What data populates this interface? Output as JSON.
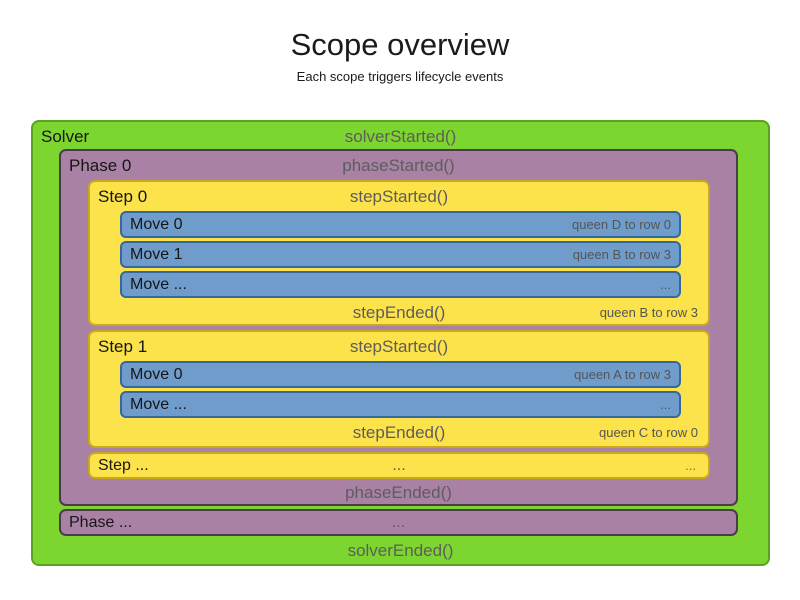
{
  "header": {
    "title": "Scope overview",
    "subtitle": "Each scope triggers lifecycle events"
  },
  "colors": {
    "solver_fill": "#7dd62f",
    "solver_border": "#5ba220",
    "phase_fill": "#a981a5",
    "phase_border": "#4c3b4a",
    "step_fill": "#fce24b",
    "step_border": "#c9a91c",
    "move_fill": "#6f9ccb",
    "move_border": "#35689b",
    "label_text": "#161616",
    "event_text": "#5d5d5d",
    "annotation_text": "#555555"
  },
  "solver": {
    "label": "Solver",
    "started_event": "solverStarted()",
    "ended_event": "solverEnded()",
    "phases": [
      {
        "label": "Phase 0",
        "started_event": "phaseStarted()",
        "ended_event": "phaseEnded()",
        "steps": [
          {
            "label": "Step 0",
            "started_event": "stepStarted()",
            "ended_event": "stepEnded()",
            "ended_annotation": "queen B to row 3",
            "moves": [
              {
                "label": "Move 0",
                "annotation": "queen D to row 0"
              },
              {
                "label": "Move 1",
                "annotation": "queen B to row 3"
              },
              {
                "label": "Move ...",
                "annotation": "..."
              }
            ]
          },
          {
            "label": "Step 1",
            "started_event": "stepStarted()",
            "ended_event": "stepEnded()",
            "ended_annotation": "queen C to row 0",
            "moves": [
              {
                "label": "Move 0",
                "annotation": "queen A to row 3"
              },
              {
                "label": "Move ...",
                "annotation": "..."
              }
            ]
          }
        ],
        "more_steps": {
          "label": "Step ...",
          "center_text": "...",
          "right_text": "..."
        }
      }
    ],
    "more_phases": {
      "label": "Phase ...",
      "center_text": "..."
    }
  }
}
